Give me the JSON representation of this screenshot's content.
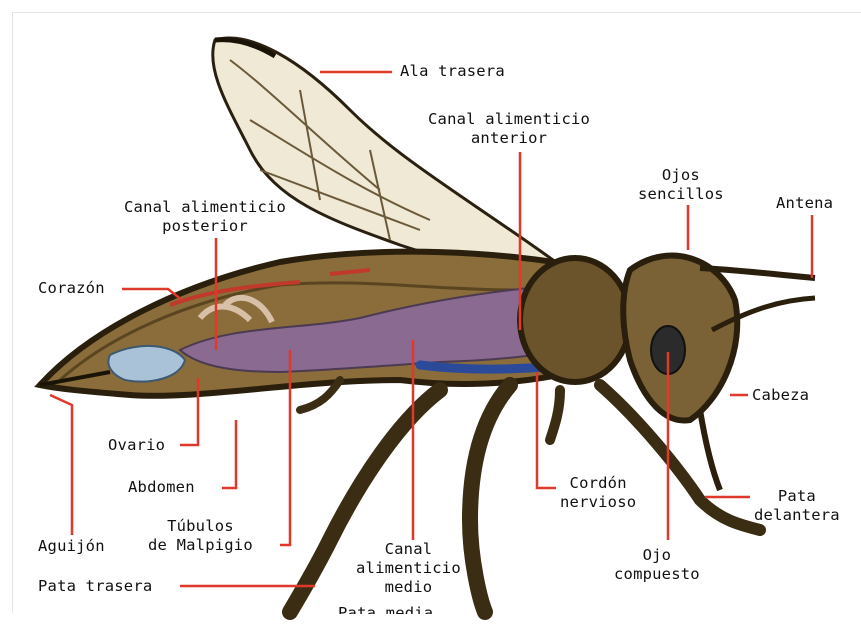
{
  "colors": {
    "leader": "#e0392b",
    "text": "#111111",
    "body_dark": "#3a2d14",
    "body_mid": "#8a6d3a",
    "digestive": "#8a6a90",
    "wing": "#efe9d6"
  },
  "labels": {
    "ala_trasera": "Ala trasera",
    "canal_anterior": "Canal alimenticio\nanterior",
    "ojos_sencillos": "Ojos\nsencillos",
    "antena": "Antena",
    "canal_posterior": "Canal alimenticio\nposterior",
    "corazon": "Corazón",
    "cabeza": "Cabeza",
    "ovario": "Ovario",
    "abdomen": "Abdomen",
    "cordon_nervioso": "Cordón\nnervioso",
    "pata_delantera": "Pata\ndelantera",
    "aguijon": "Aguijón",
    "tubulos": "Túbulos\nde Malpigio",
    "canal_medio": "Canal\nalimenticio\nmedio",
    "ojo_compuesto": "Ojo\ncompuesto",
    "pata_trasera": "Pata trasera",
    "pata_media_cut": "Pata media"
  }
}
